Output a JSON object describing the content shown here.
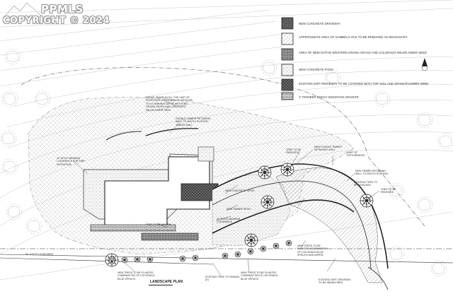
{
  "watermark": {
    "logo_text": "PPMLS",
    "copyright": "COPYRIGHT © 2024"
  },
  "legend": [
    {
      "label": "NEW CONCRETE DRIVEWAY",
      "pattern": "drive"
    },
    {
      "label": "APPROXIMATE AREA OF GAMBELS OAK TO BE REMOVED AS NECESSARY",
      "pattern": "oak"
    },
    {
      "label": "AREA OF NEW NATIVE WESTERN GRAMA GRASS AND COLORADO WILDFLOWER SEED",
      "pattern": "grass"
    },
    {
      "label": "NEW CONCRETE PATIO",
      "pattern": "patio"
    },
    {
      "label": "EXISTING DIRT DRIVEWAY TO BE COVERED WITH TOP SOIL AND GRAMA/FLOWER SEED",
      "pattern": "dirt"
    },
    {
      "label": "1\" PIONEER ROCKY MOUNTAIN GRANITE",
      "pattern": "granite"
    }
  ],
  "notes": [
    {
      "text": "NATIVE GRASS IN ALL THE LIMIT OF PROPOSED DISTURBANCE. RESTORE TO A COMBINATION OF WESTERN GRAMA GRASS AND COLORADO WILDFLOWER SEED."
    },
    {
      "text": "DOUBLE TIMBER RETAINING WALL TO MATCH EXISTING TIMBER WALL"
    },
    {
      "text": "10' ROCK MINIMUM CLEARANCE FOR FIRE MITIGATION"
    },
    {
      "text": "TREE TO BE REMOVED"
    },
    {
      "text": "NEW DOUBLE TIMBER RETAINING WALL"
    },
    {
      "text": "LIMIT OF DISTURBANCE"
    },
    {
      "text": "NEW TIMBER RETAINING WALL TO MATCH EXISTING"
    },
    {
      "text": "TREE TO BE REMOVED"
    },
    {
      "text": "EXISTING TREE TO BE REMOVED"
    },
    {
      "text": "NEW CONCRETE DRIVE"
    },
    {
      "text": "NEW TIMBER PATIO"
    },
    {
      "text": "10' ROCK MINIMUM CLEARANCE"
    },
    {
      "text": "TREE TO BE MOVED"
    },
    {
      "text": "NEW TREES TO BE PLANTED COMBINATION OF COLORADO BLUE SPRUCE"
    },
    {
      "text": "EXISTING TREE TO REMAIN (E)"
    },
    {
      "text": "NEW TREES TO BE PLANTED COMBINATION OF COLORADO BLUE SPRUCE"
    },
    {
      "text": "EXISTING DIRT DRIVEWAY TO BE ABANDONED"
    },
    {
      "text": "NEW TREES TO BE PLANTED COMBINATION OF COLORADO BLUE SPRUCE AND ASPEN"
    },
    {
      "text": "90' UTILITY EASEMENT"
    }
  ],
  "drawing_title": "LANDSCAPE PLAN",
  "colors": {
    "line": "#333333",
    "building": "#ffffff",
    "road_stroke": "#444444"
  }
}
